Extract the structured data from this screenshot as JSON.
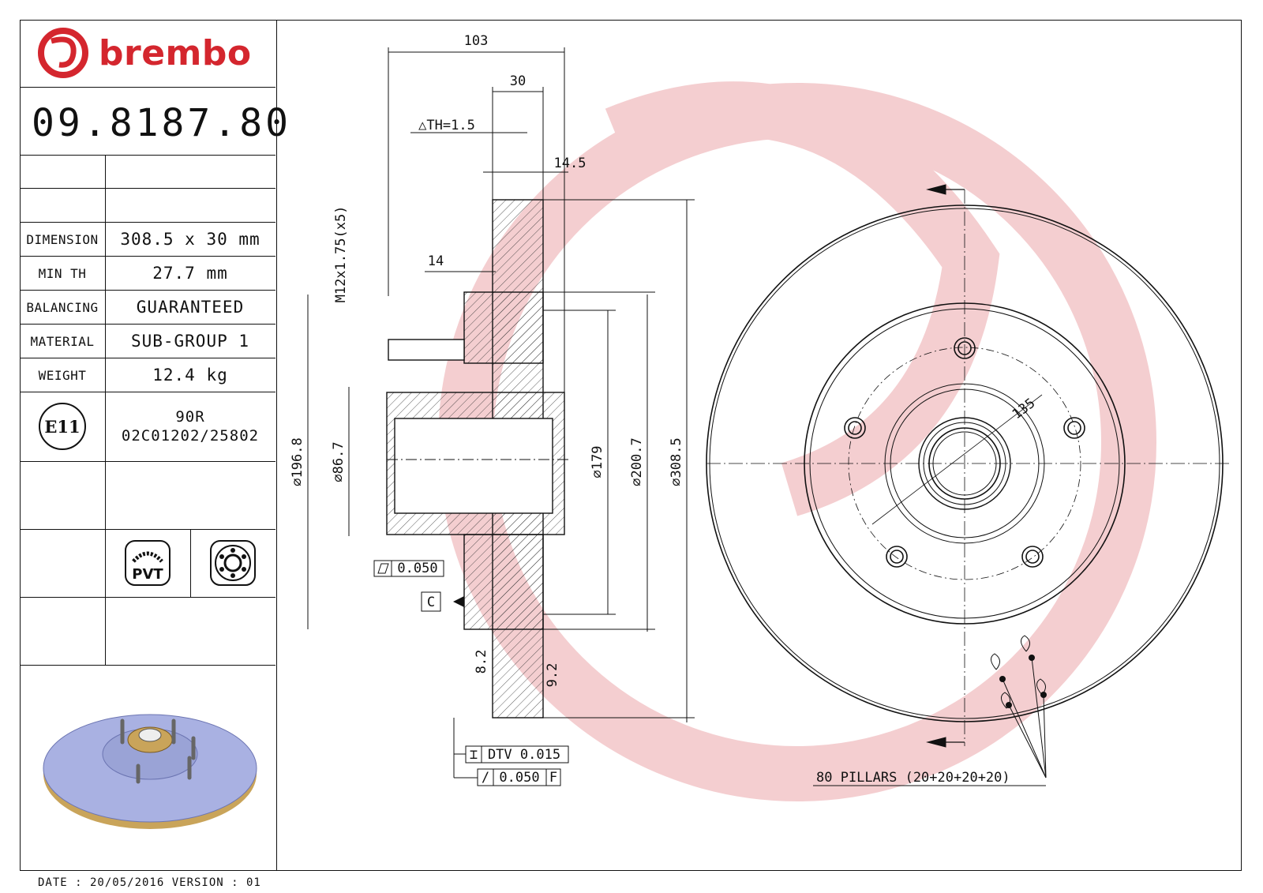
{
  "brand": {
    "name": "brembo",
    "color": "#d4262e",
    "logo_icon": "brembo-logo-icon"
  },
  "part_number": "09.8187.80",
  "specs": [
    {
      "label": "DIMENSION",
      "value": "308.5 x 30 mm"
    },
    {
      "label": "MIN TH",
      "value": "27.7 mm"
    },
    {
      "label": "BALANCING",
      "value": "GUARANTEED"
    },
    {
      "label": "MATERIAL",
      "value": "SUB-GROUP 1"
    },
    {
      "label": "WEIGHT",
      "value": "12.4 kg"
    }
  ],
  "homologation": {
    "mark": "E11",
    "reg": "90R",
    "code": "02C01202/25802"
  },
  "icons": [
    "pvt-coating-icon",
    "bearing-icon"
  ],
  "pvt_label": "PVT",
  "footer": "DATE : 20/05/2016 VERSION : 01",
  "dims": {
    "d103": "103",
    "d30": "30",
    "dth": "△TH=1.5",
    "d14_5": "14.5",
    "d14": "14",
    "thread": "M12x1.75(x5)",
    "d196_8": "⌀196.8",
    "d86_7": "⌀86.7",
    "d179": "⌀179",
    "d200_7": "⌀200.7",
    "d308_5": "⌀308.5",
    "flat": "0.050",
    "datum_c": "C",
    "dtv": "DTV 0.015",
    "runout": "0.050",
    "datum_f": "F",
    "pcd": "135",
    "pillars": "80 PILLARS (20+20+20+20)",
    "vane_a": "8.2",
    "vane_b": "9.2"
  }
}
